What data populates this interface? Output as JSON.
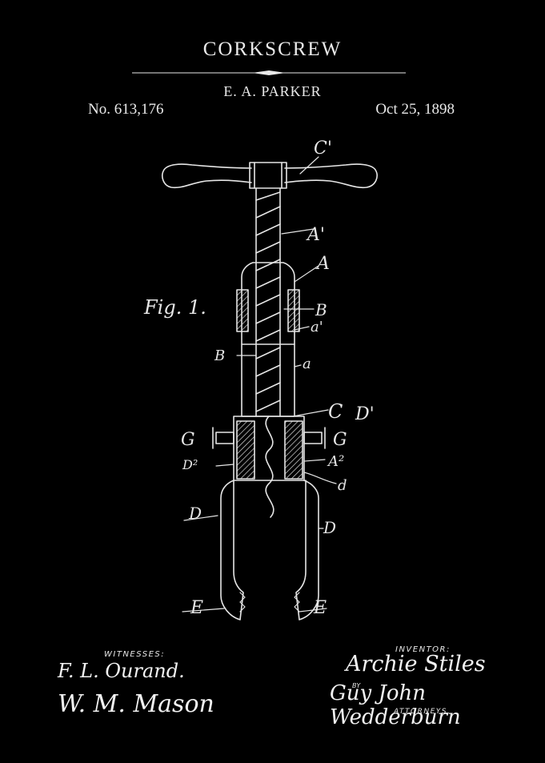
{
  "header": {
    "title": "CORKSCREW",
    "inventor": "E. A. PARKER",
    "patent_number": "No. 613,176",
    "date": "Oct 25, 1898"
  },
  "figure": {
    "caption": "Fig. 1.",
    "labels": {
      "C1": "C'",
      "A1": "A'",
      "A": "A",
      "B_right": "B",
      "a_prime": "a'",
      "B_left": "B",
      "a": "a",
      "C": "C",
      "D1": "D'",
      "G_left": "G",
      "G_right": "G",
      "D2": "D²",
      "A2": "A²",
      "d": "d",
      "D_left": "D",
      "D_right": "D",
      "E_left": "E",
      "E_right": "E"
    }
  },
  "footer": {
    "witnesses_label": "WITNESSES:",
    "witness_1": "F. L. Ourand.",
    "witness_2": "W. M. Mason",
    "inventor_label": "INVENTOR:",
    "inventor_signature": "Archie Stiles",
    "by_label": "BY",
    "attorney_signature": "Guy John Wedderburn",
    "attorneys_label": "ATTORNEYS."
  },
  "colors": {
    "background": "#000000",
    "ink": "#e9e9e9"
  }
}
